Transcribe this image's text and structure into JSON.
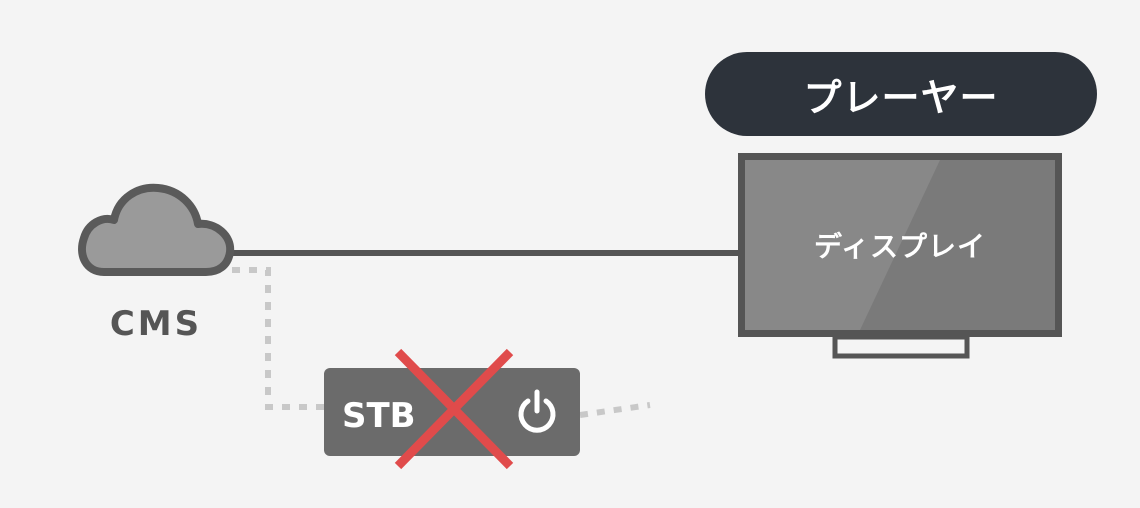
{
  "player": {
    "title": "プレーヤー"
  },
  "display": {
    "label": "ディスプレイ"
  },
  "cms": {
    "label": "CMS"
  },
  "stb": {
    "label": "STB",
    "status": "removed"
  },
  "colors": {
    "background": "#f4f4f4",
    "pill": "#2d333b",
    "display_frame": "#555555",
    "display_screen": "#888888",
    "cloud": "#9a9a9a",
    "cloud_outline": "#5a5a5a",
    "stb_box": "#6b6b6b",
    "dotted_line": "#c8c8c8",
    "cross": "#e04b4b"
  },
  "icons": [
    "cloud-icon",
    "power-icon",
    "cross-mark-icon"
  ]
}
